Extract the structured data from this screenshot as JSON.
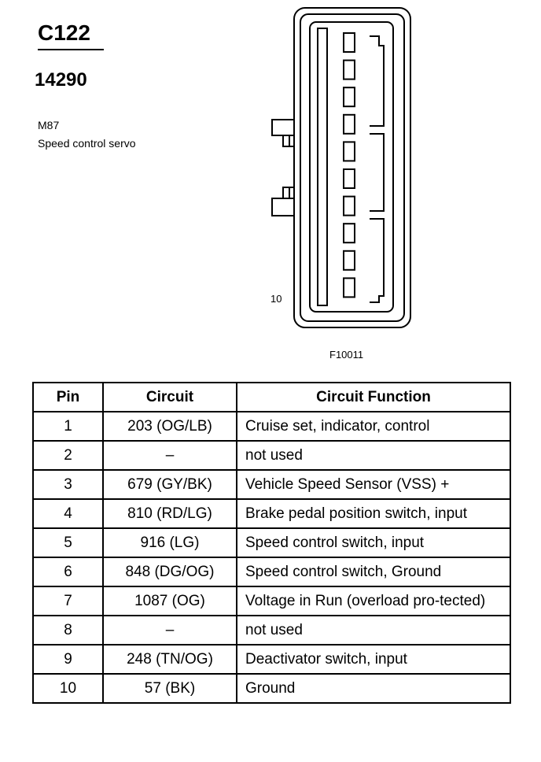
{
  "header": {
    "connector_id": "C122",
    "part_number": "14290",
    "component_code": "M87",
    "component_name": "Speed control servo"
  },
  "diagram": {
    "pin_label": "10",
    "figure_id": "F10011"
  },
  "table": {
    "columns": [
      "Pin",
      "Circuit",
      "Circuit Function"
    ],
    "rows": [
      {
        "pin": "1",
        "circuit": "203 (OG/LB)",
        "function": "Cruise set, indicator, control"
      },
      {
        "pin": "2",
        "circuit": "–",
        "function": "not used"
      },
      {
        "pin": "3",
        "circuit": "679 (GY/BK)",
        "function": "Vehicle Speed Sensor (VSS) +"
      },
      {
        "pin": "4",
        "circuit": "810 (RD/LG)",
        "function": "Brake pedal position switch, input"
      },
      {
        "pin": "5",
        "circuit": "916 (LG)",
        "function": "Speed control switch, input"
      },
      {
        "pin": "6",
        "circuit": "848 (DG/OG)",
        "function": "Speed control switch, Ground"
      },
      {
        "pin": "7",
        "circuit": "1087 (OG)",
        "function": "Voltage in Run (overload pro-tected)"
      },
      {
        "pin": "8",
        "circuit": "–",
        "function": "not used"
      },
      {
        "pin": "9",
        "circuit": "248 (TN/OG)",
        "function": "Deactivator switch, input"
      },
      {
        "pin": "10",
        "circuit": "57 (BK)",
        "function": "Ground"
      }
    ]
  }
}
